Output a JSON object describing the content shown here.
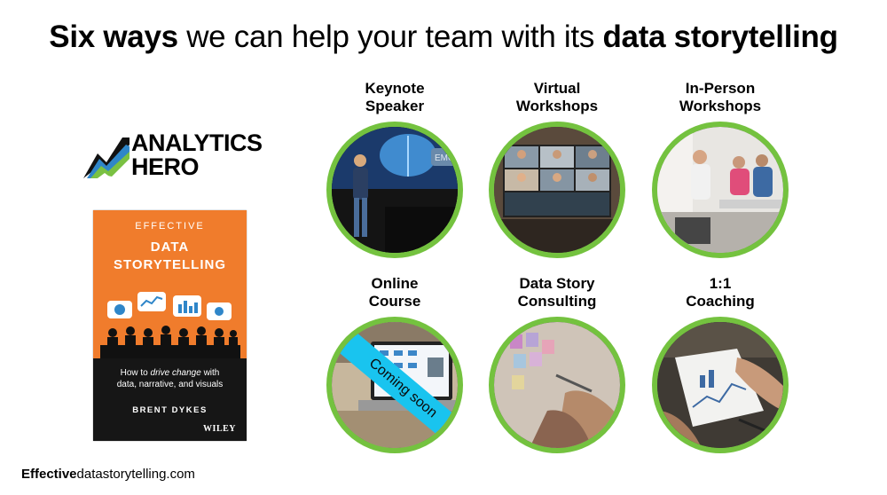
{
  "title": {
    "bold1": "Six ways",
    "mid": " we can help your team with its ",
    "bold2": "data storytelling"
  },
  "logo": {
    "line1": "ANALYTICS",
    "line2": "HERO"
  },
  "book": {
    "eyebrow": "EFFECTIVE",
    "title1": "DATA",
    "title2": "STORYTELLING",
    "subtitle_pre": "How to ",
    "subtitle_em": "drive change",
    "subtitle_post": " with",
    "subtitle2": "data, narrative, and visuals",
    "author": "BRENT DYKES",
    "publisher": "WILEY"
  },
  "services": [
    {
      "line1": "Keynote",
      "line2": "Speaker"
    },
    {
      "line1": "Virtual",
      "line2": "Workshops"
    },
    {
      "line1": "In-Person",
      "line2": "Workshops"
    },
    {
      "line1": "Online",
      "line2": "Course",
      "ribbon": "Coming soon"
    },
    {
      "line1": "Data Story",
      "line2": "Consulting"
    },
    {
      "line1": "1:1",
      "line2": "Coaching"
    }
  ],
  "keynote_screen": "EMO",
  "footer": {
    "bold": "Effective",
    "rest": "datastorytelling.com"
  },
  "colors": {
    "accent_green": "#74c23f",
    "book_orange": "#f07c2c",
    "ribbon_blue": "#19c4ef"
  }
}
